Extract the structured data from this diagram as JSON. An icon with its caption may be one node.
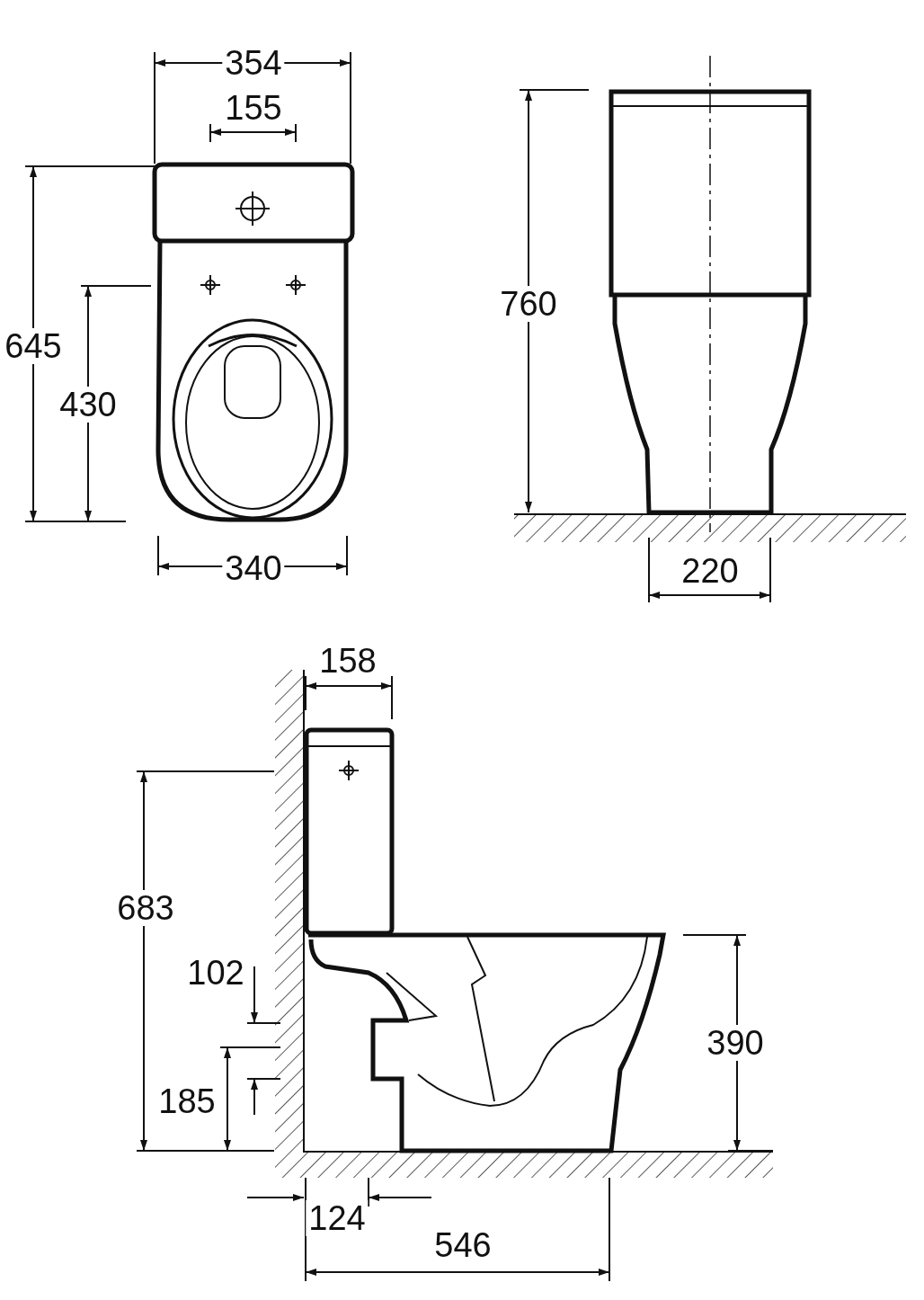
{
  "diagram": {
    "labels": [
      "354",
      "155",
      "645",
      "430",
      "760",
      "340",
      "220",
      "158",
      "683",
      "102",
      "390",
      "185",
      "124",
      "546"
    ]
  }
}
